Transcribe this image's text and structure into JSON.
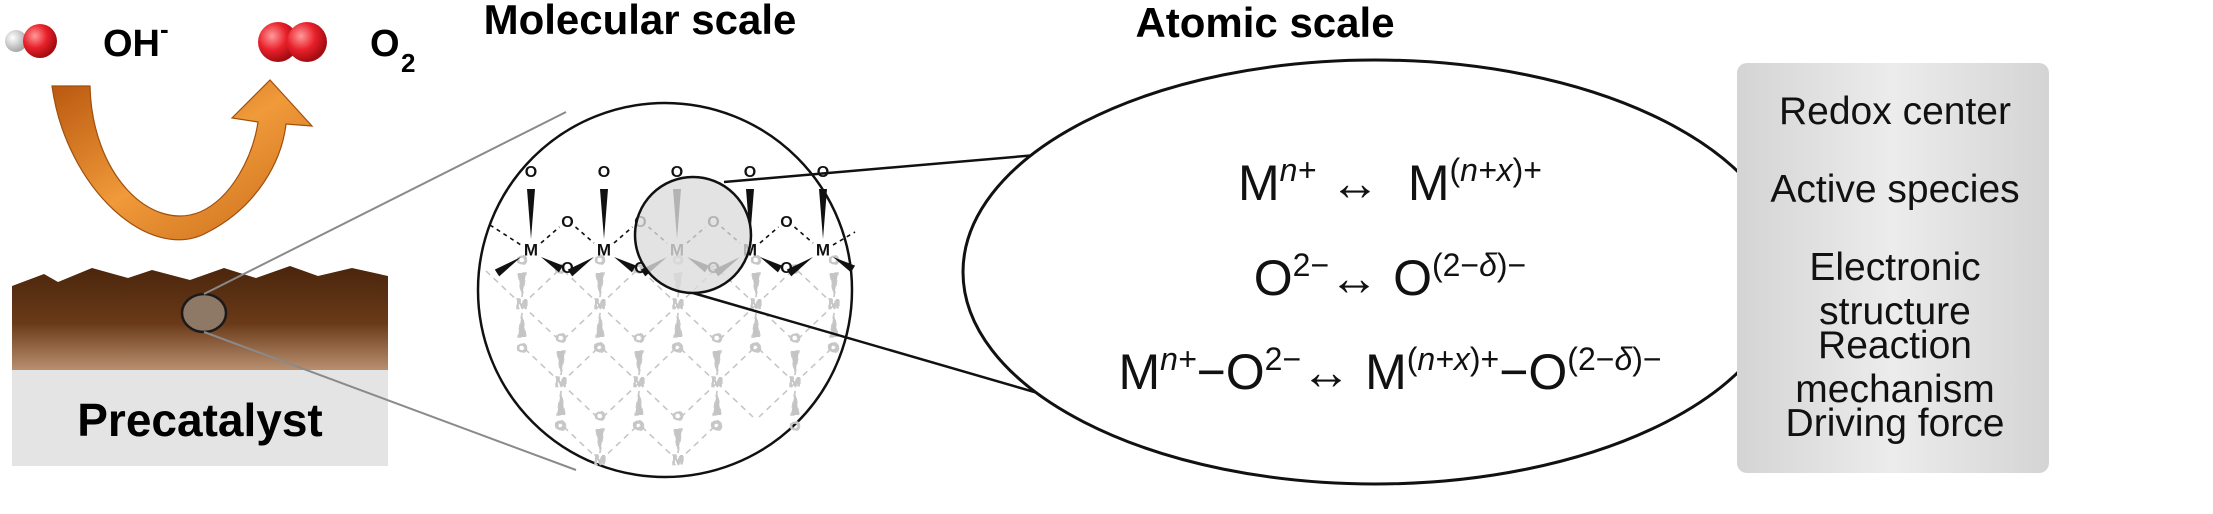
{
  "top": {
    "hydroxide_label": "OH",
    "hydroxide_charge": "-",
    "oxygen_label": "O",
    "oxygen_sub": "2"
  },
  "precatalyst": {
    "label": "Precatalyst"
  },
  "molecular": {
    "title": "Molecular scale",
    "metal_symbol": "M",
    "oxygen_symbol": "O"
  },
  "atomic": {
    "title": "Atomic scale",
    "eq1": {
      "a_base": "M",
      "a_sup": "n+",
      "arrow": "↔",
      "b_base": "M",
      "b_sup_open": "(",
      "b_sup_var": "n+x",
      "b_sup_close": ")+"
    },
    "eq2": {
      "a_base": "O",
      "a_sup": "2−",
      "arrow": "↔",
      "b_base": "O",
      "b_sup_open": "(2−",
      "b_sup_var": "δ",
      "b_sup_close": ")−"
    },
    "eq3": {
      "a_base": "M",
      "a_sup": "n+",
      "dash1": "−O",
      "a2_sup": "2−",
      "arrow": "↔",
      "b_base": "M",
      "b_sup_open": "(",
      "b_sup_var": "n+x",
      "b_sup_close": ")+",
      "dash2": "−O",
      "c_sup_open": "(2−",
      "c_sup_var": "δ",
      "c_sup_close": ")−"
    }
  },
  "properties": {
    "items": [
      "Redox center",
      "Active species",
      "Electronic structure",
      "Reaction mechanism",
      "Driving force"
    ]
  },
  "colors": {
    "catalyst_brown": "#5a3014",
    "arrow_orange": "#e07e1e",
    "oxygen_red": "#e8202a",
    "hydrogen_grey": "#cfcfcf",
    "panel_grey": "#e6e6e6",
    "highlight_grey": "#dcdcdc"
  }
}
